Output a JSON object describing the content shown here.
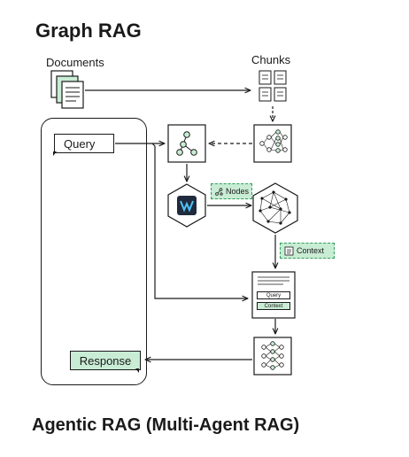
{
  "title": "Graph RAG",
  "subtitle": "Agentic RAG (Multi-Agent RAG)",
  "labels": {
    "documents": "Documents",
    "chunks": "Chunks",
    "query": "Query",
    "response": "Response",
    "nodes": "Nodes",
    "context": "Context",
    "doc_query": "Query",
    "doc_context": "Context"
  },
  "colors": {
    "accent_green": "#c9ecd4",
    "accent_green_border": "#2f9e5a",
    "stroke": "#1a1a1a",
    "db_logo": "#1f2a3c"
  }
}
